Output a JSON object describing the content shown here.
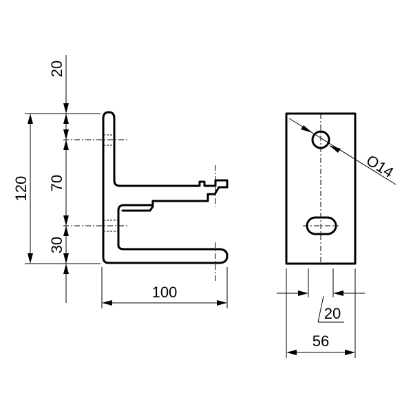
{
  "drawing": {
    "dimensions": {
      "top_gap": "20",
      "total_height": "120",
      "upper_span": "70",
      "lower_span": "30",
      "arm_length": "100",
      "hole_spacing": "20",
      "plate_width": "56",
      "hole_diameter": "O14"
    },
    "stroke_color": "#000000",
    "background_color": "#ffffff"
  }
}
